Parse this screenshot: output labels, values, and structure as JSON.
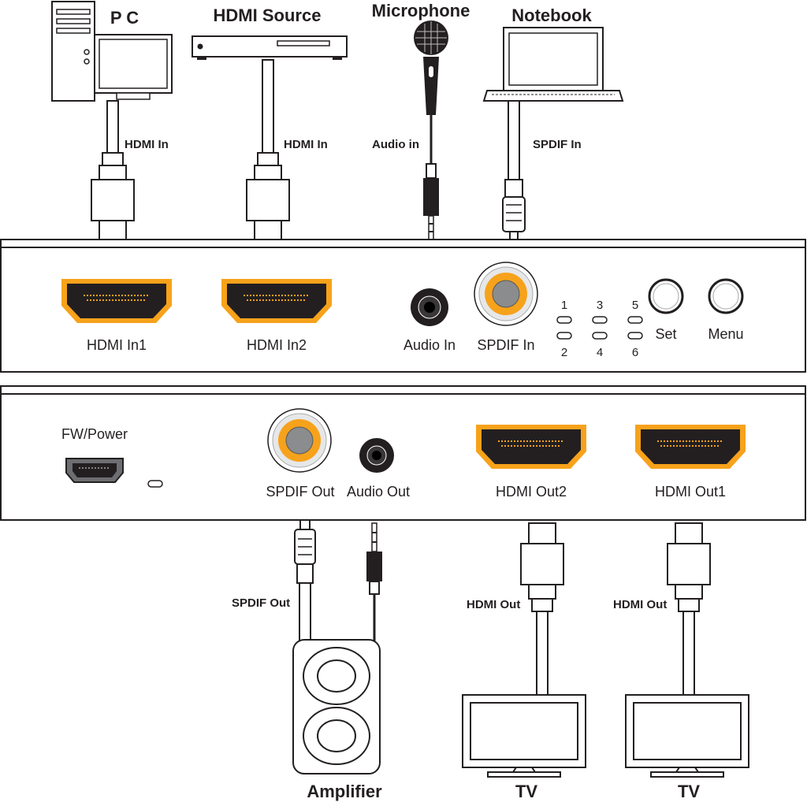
{
  "sources": {
    "pc": "P C",
    "hdmi_source": "HDMI Source",
    "microphone": "Microphone",
    "notebook": "Notebook"
  },
  "input_cables": {
    "pc": "HDMI In",
    "hdmi_source": "HDMI In",
    "microphone": "Audio in",
    "notebook": "SPDIF In"
  },
  "front_panel": {
    "hdmi_in1": "HDMI In1",
    "hdmi_in2": "HDMI In2",
    "audio_in": "Audio In",
    "spdif_in": "SPDIF In",
    "leds_top": [
      "1",
      "3",
      "5"
    ],
    "leds_bottom": [
      "2",
      "4",
      "6"
    ],
    "set": "Set",
    "menu": "Menu"
  },
  "rear_panel": {
    "fw_power": "FW/Power",
    "spdif_out": "SPDIF Out",
    "audio_out": "Audio Out",
    "hdmi_out2": "HDMI Out2",
    "hdmi_out1": "HDMI Out1"
  },
  "output_cables": {
    "spdif": "SPDIF Out",
    "hdmi_out_tv1": "HDMI Out",
    "hdmi_out_tv2": "HDMI Out"
  },
  "sinks": {
    "amplifier": "Amplifier",
    "tv1": "TV",
    "tv2": "TV"
  },
  "colors": {
    "line": "#231f20",
    "port_gold": "#f7a21b",
    "port_black": "#231f20",
    "rca_gray": "#8a8c8e",
    "panel_fill": "#ffffff"
  }
}
